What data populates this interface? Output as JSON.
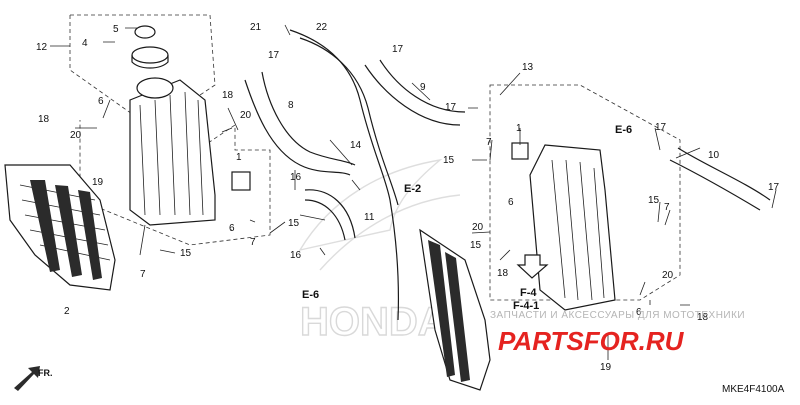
{
  "part_labels": {
    "p1a": "1",
    "p1b": "1",
    "p2": "2",
    "p4": "4",
    "p5": "5",
    "p6a": "6",
    "p6b": "6",
    "p6c": "6",
    "p6d": "6",
    "p7a": "7",
    "p7b": "7",
    "p7c": "7",
    "p7d": "7",
    "p8": "8",
    "p9": "9",
    "p10": "10",
    "p11": "11",
    "p12": "12",
    "p13": "13",
    "p14": "14",
    "p15a": "15",
    "p15b": "15",
    "p15c": "15",
    "p15d": "15",
    "p15e": "15",
    "p16a": "16",
    "p16b": "16",
    "p17a": "17",
    "p17b": "17",
    "p17c": "17",
    "p17d": "17",
    "p17e": "17",
    "p18a": "18",
    "p18b": "18",
    "p18c": "18",
    "p18d": "18",
    "p19a": "19",
    "p19b": "19",
    "p20a": "20",
    "p20b": "20",
    "p20c": "20",
    "p20d": "20",
    "p21": "21",
    "p22": "22"
  },
  "references": {
    "e2": "E-2",
    "e6a": "E-6",
    "e6b": "E-6",
    "f4": "F-4",
    "f41": "F-4-1",
    "fr": "FR."
  },
  "watermark": {
    "line1": "ЗАПЧАСТИ И АКСЕССУАРЫ ДЛЯ МОТОТЕХНИКИ",
    "line2": "PARTSFOR.RU",
    "brand": "HONDA"
  },
  "diagram_code": "MKE4F4100A",
  "colors": {
    "watermark_red": "#e52320",
    "ink": "#1a1a1a"
  }
}
